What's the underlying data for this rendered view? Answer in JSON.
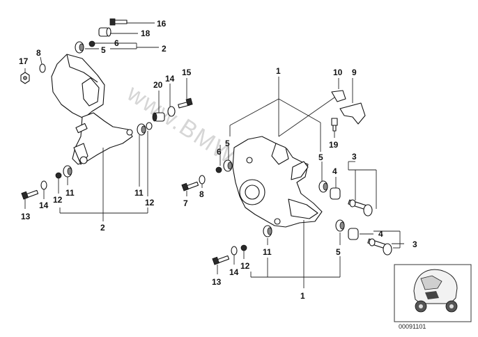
{
  "callouts": {
    "c1_top": "1",
    "c1_bottom": "1",
    "c2_top": "2",
    "c2_bottom": "2",
    "c3_upper": "3",
    "c3_lower": "3",
    "c4_upper": "4",
    "c4_lower": "4",
    "c5_a": "5",
    "c5_b": "5",
    "c5_c": "5",
    "c5_d": "5",
    "c6_a": "6",
    "c6_b": "6",
    "c7": "7",
    "c8_a": "8",
    "c8_b": "8",
    "c9": "9",
    "c10": "10",
    "c11_a": "11",
    "c11_b": "11",
    "c11_c": "11",
    "c12_a": "12",
    "c12_b": "12",
    "c12_c": "12",
    "c13_a": "13",
    "c13_b": "13",
    "c14_a": "14",
    "c14_b": "14",
    "c14_c": "14",
    "c15": "15",
    "c16": "16",
    "c17": "17",
    "c18": "18",
    "c19": "19",
    "c20": "20"
  },
  "watermark": "www.BMWsc.pl",
  "inset": {
    "code": "00091101"
  }
}
